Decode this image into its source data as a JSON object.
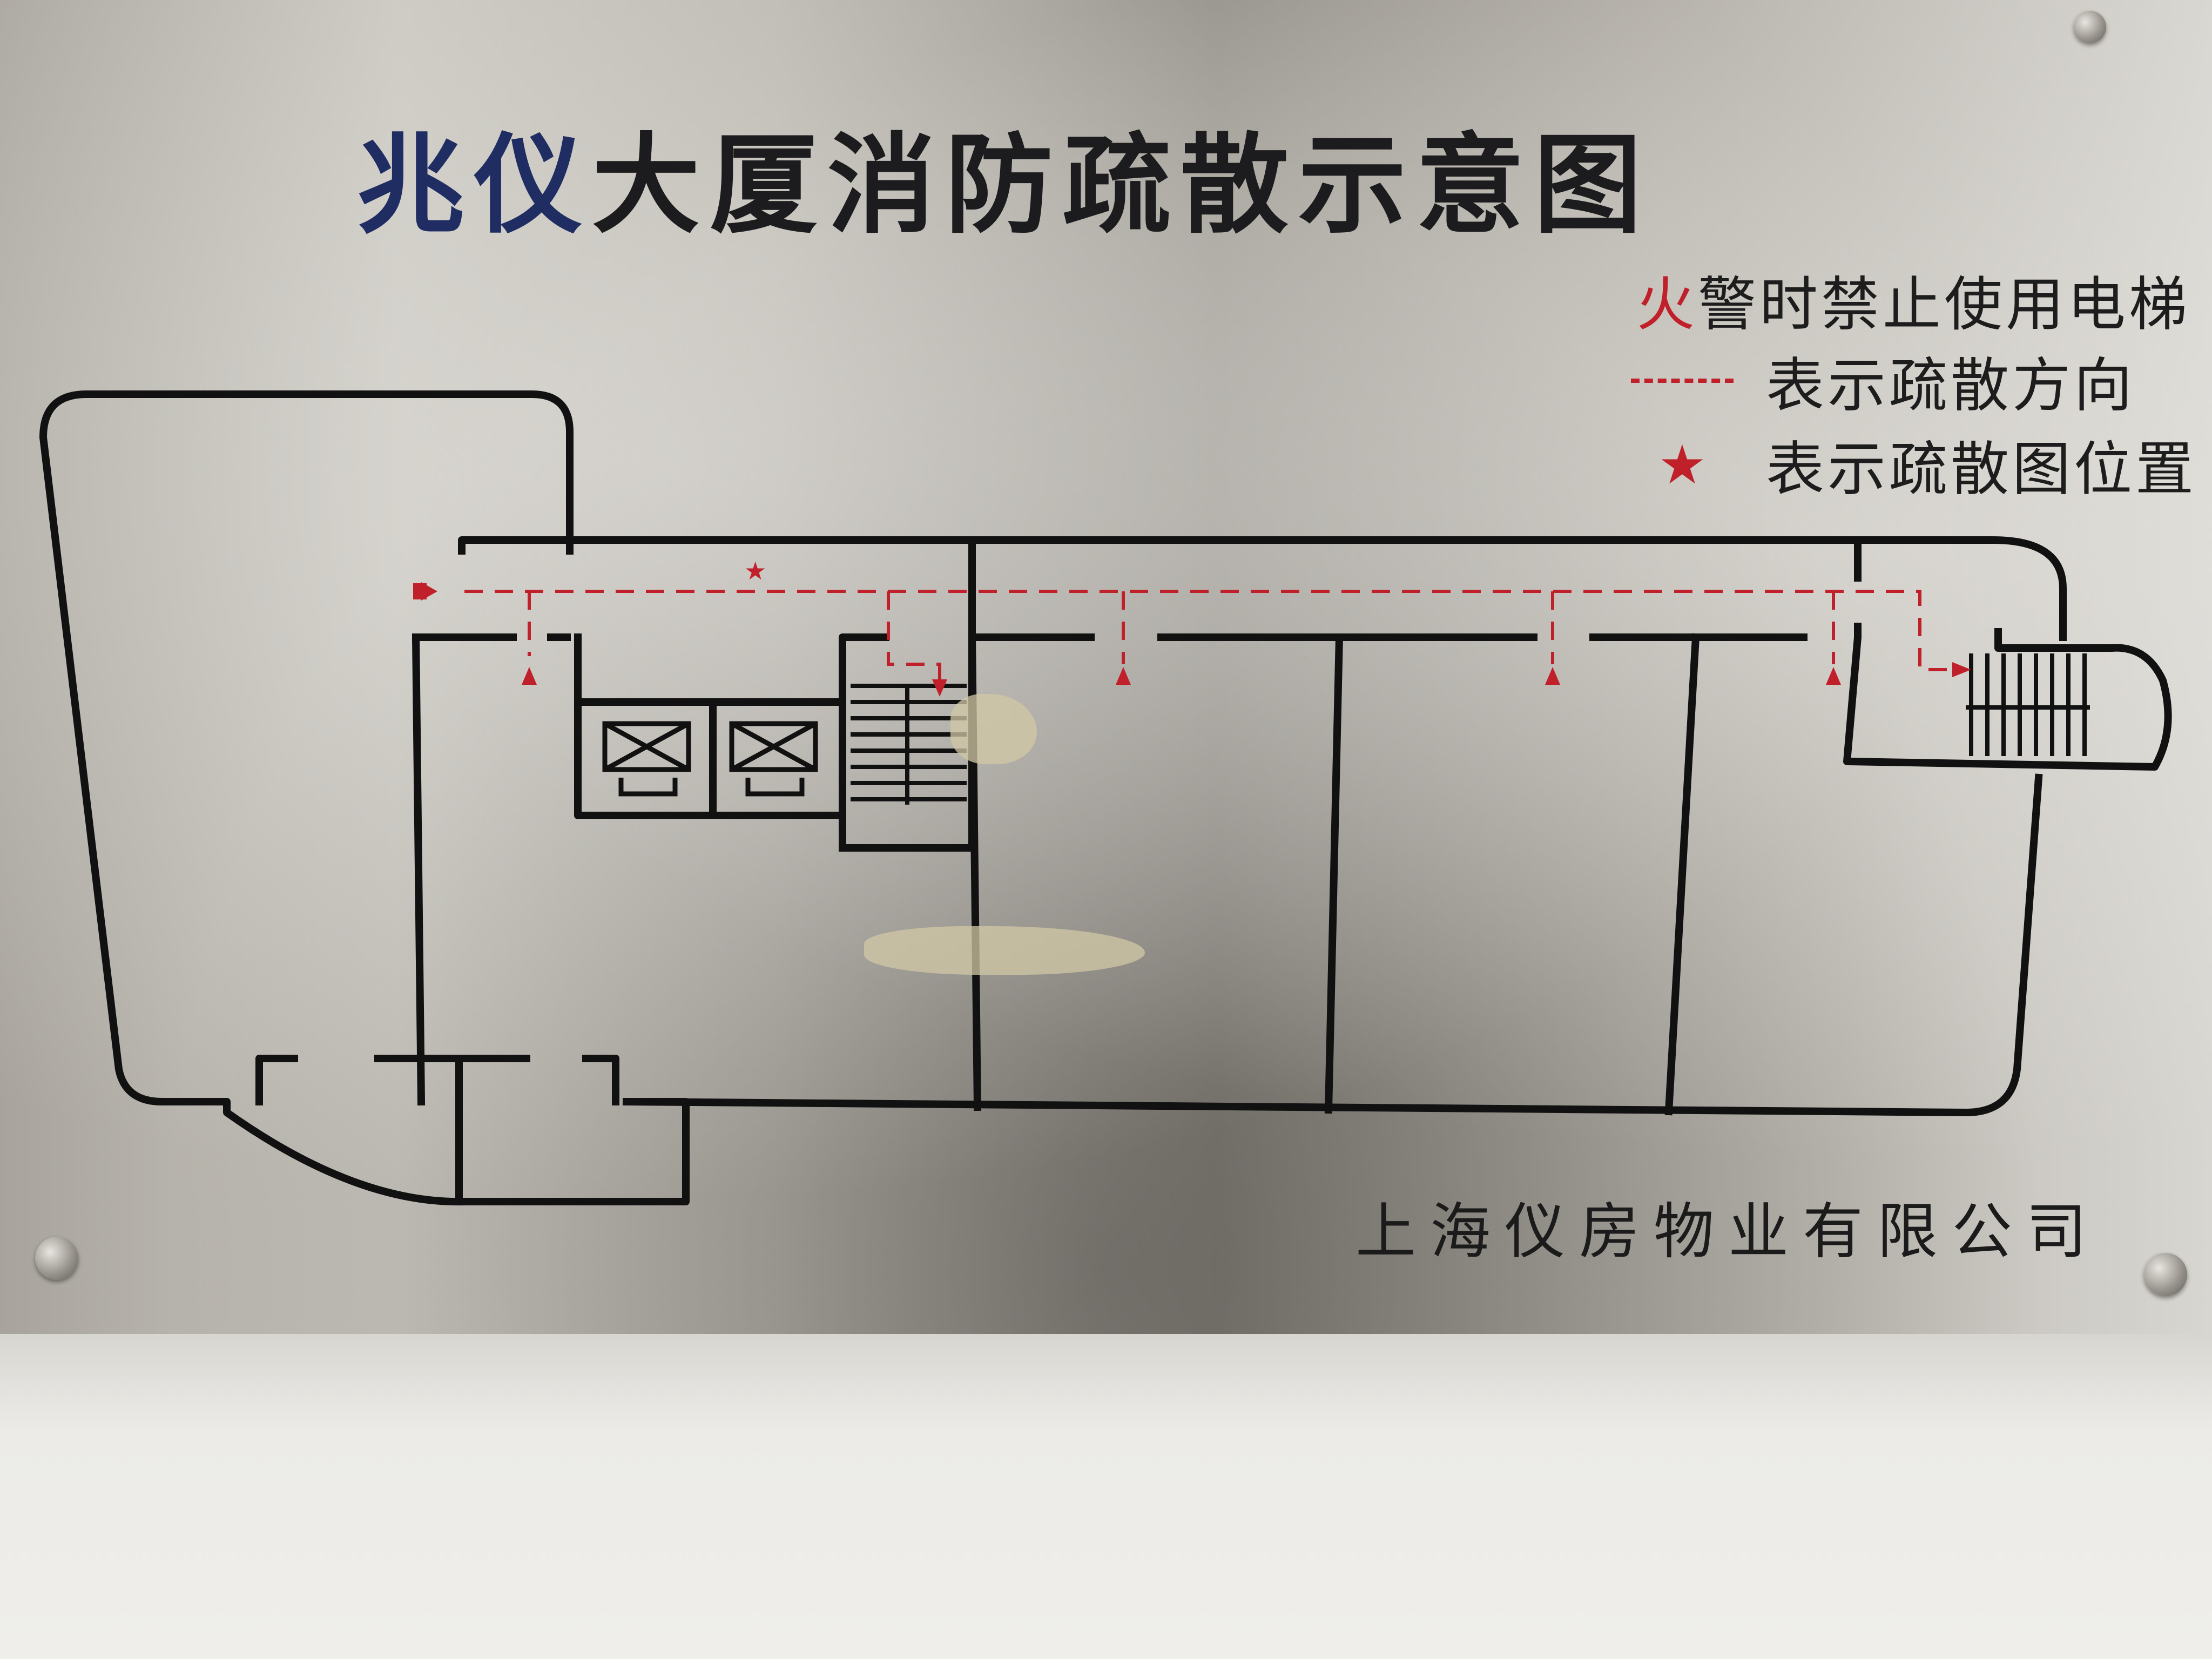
{
  "sign": {
    "title_accent": "兆仪",
    "title_rest": "大厦消防疏散示意图",
    "legend": {
      "no_elevator_prefix": "火",
      "no_elevator_rest": "警时禁止使用电梯",
      "evac_direction": "表示疏散方向",
      "map_position": "表示疏散图位置"
    },
    "company": "上海仪房物业有限公司"
  },
  "colors": {
    "route": "#c0202a",
    "wall_line": "#111111",
    "title_accent": "#1f2d63"
  },
  "icons": {
    "you_are_here": "star-icon",
    "exit": "arrow-icon",
    "elevator": "elevator-icon",
    "stairs": "stairs-icon"
  }
}
